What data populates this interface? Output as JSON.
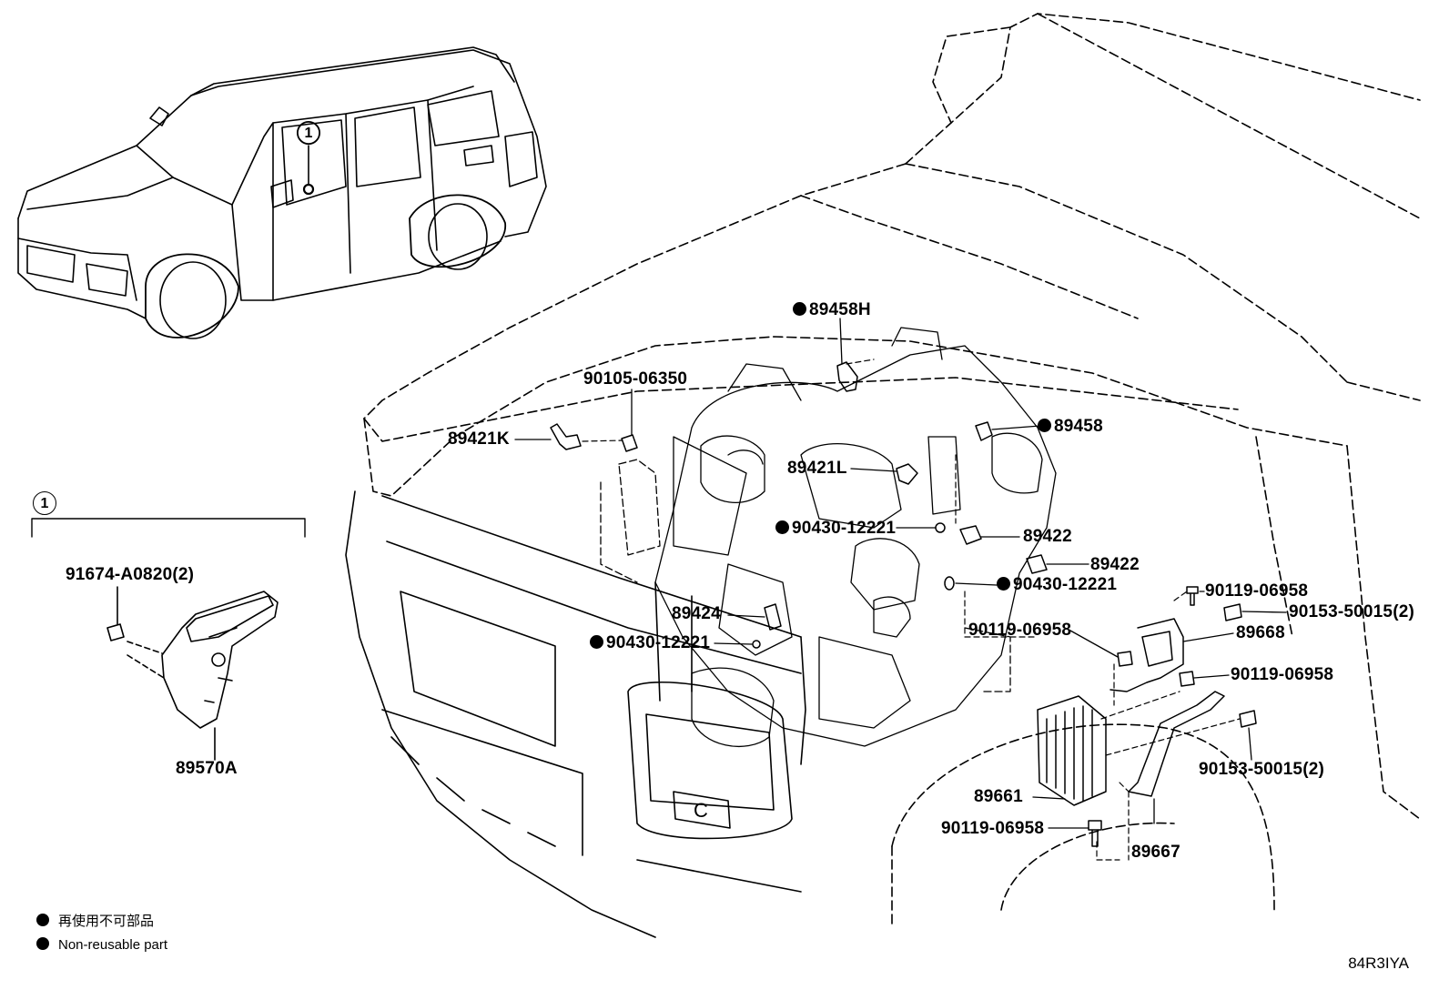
{
  "callout": "1",
  "parts": {
    "p89458H": "89458H",
    "p90105": "90105-06350",
    "p89421K": "89421K",
    "p89458": "89458",
    "p89421L": "89421L",
    "p90430a": "90430-12221",
    "p89422a": "89422",
    "p89422b": "89422",
    "p90430b": "90430-12221",
    "p90119a": "90119-06958",
    "p90153a": "90153-50015(2)",
    "p89424": "89424",
    "p90430c": "90430-12221",
    "p90119b": "90119-06958",
    "p89668": "89668",
    "p90119c": "90119-06958",
    "p90153b": "90153-50015(2)",
    "p89661": "89661",
    "p90119d": "90119-06958",
    "p89667": "89667",
    "p91674": "91674-A0820(2)",
    "p89570A": "89570A"
  },
  "legend": {
    "jp": "再使用不可部品",
    "en": "Non-reusable part"
  },
  "diagram_code": "84R3IYA"
}
